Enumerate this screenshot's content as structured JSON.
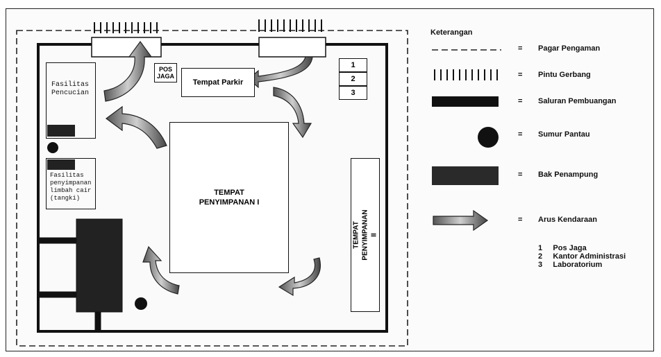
{
  "diagram": {
    "labels": {
      "pos_jaga_line1": "POS",
      "pos_jaga_line2": "JAGA",
      "tempat_parkir": "Tempat Parkir",
      "fasilitas_pencucian_line1": "Fasilitas",
      "fasilitas_pencucian_line2": "Pencucian",
      "fasilitas_penyimpanan_line1": "Fasilitas",
      "fasilitas_penyimpanan_line2": "penyimpanan",
      "fasilitas_penyimpanan_line3": "limbah cair",
      "fasilitas_penyimpanan_line4": "(tangki)",
      "tempat_penyimpanan_1_line1": "TEMPAT",
      "tempat_penyimpanan_1_line2": "PENYIMPANAN I",
      "tempat_penyimpanan_2_line1": "TEMPAT",
      "tempat_penyimpanan_2_line2": "PENYIMPANAN II",
      "num1": "1",
      "num2": "2",
      "num3": "3"
    }
  },
  "legend": {
    "title": "Keterangan",
    "equals": "=",
    "items": {
      "pagar": "Pagar Pengaman",
      "pintu": "Pintu Gerbang",
      "saluran": "Saluran Pembuangan",
      "sumur": "Sumur Pantau",
      "bak": "Bak Penampung",
      "arus": "Arus Kendaraan"
    },
    "numbered": {
      "n1": "1",
      "n2": "2",
      "n3": "3",
      "l1": "Pos Jaga",
      "l2": "Kantor Administrasi",
      "l3": "Laboratorium"
    }
  }
}
